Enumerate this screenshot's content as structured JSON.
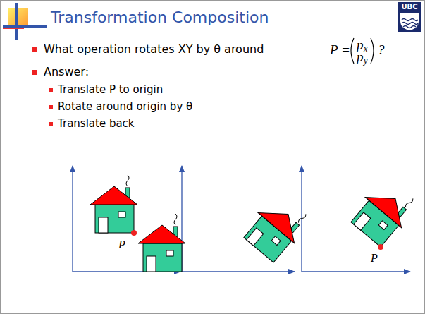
{
  "diagram": {
    "title": "Transformation Composition",
    "labels": [
      "What operation rotates XY by θ around",
      "P =",
      "p",
      "x",
      "p",
      "y",
      "?",
      "Answer:",
      "Translate P to origin",
      "Rotate around origin by θ",
      "Translate back",
      "P",
      "P",
      "UBC"
    ]
  }
}
